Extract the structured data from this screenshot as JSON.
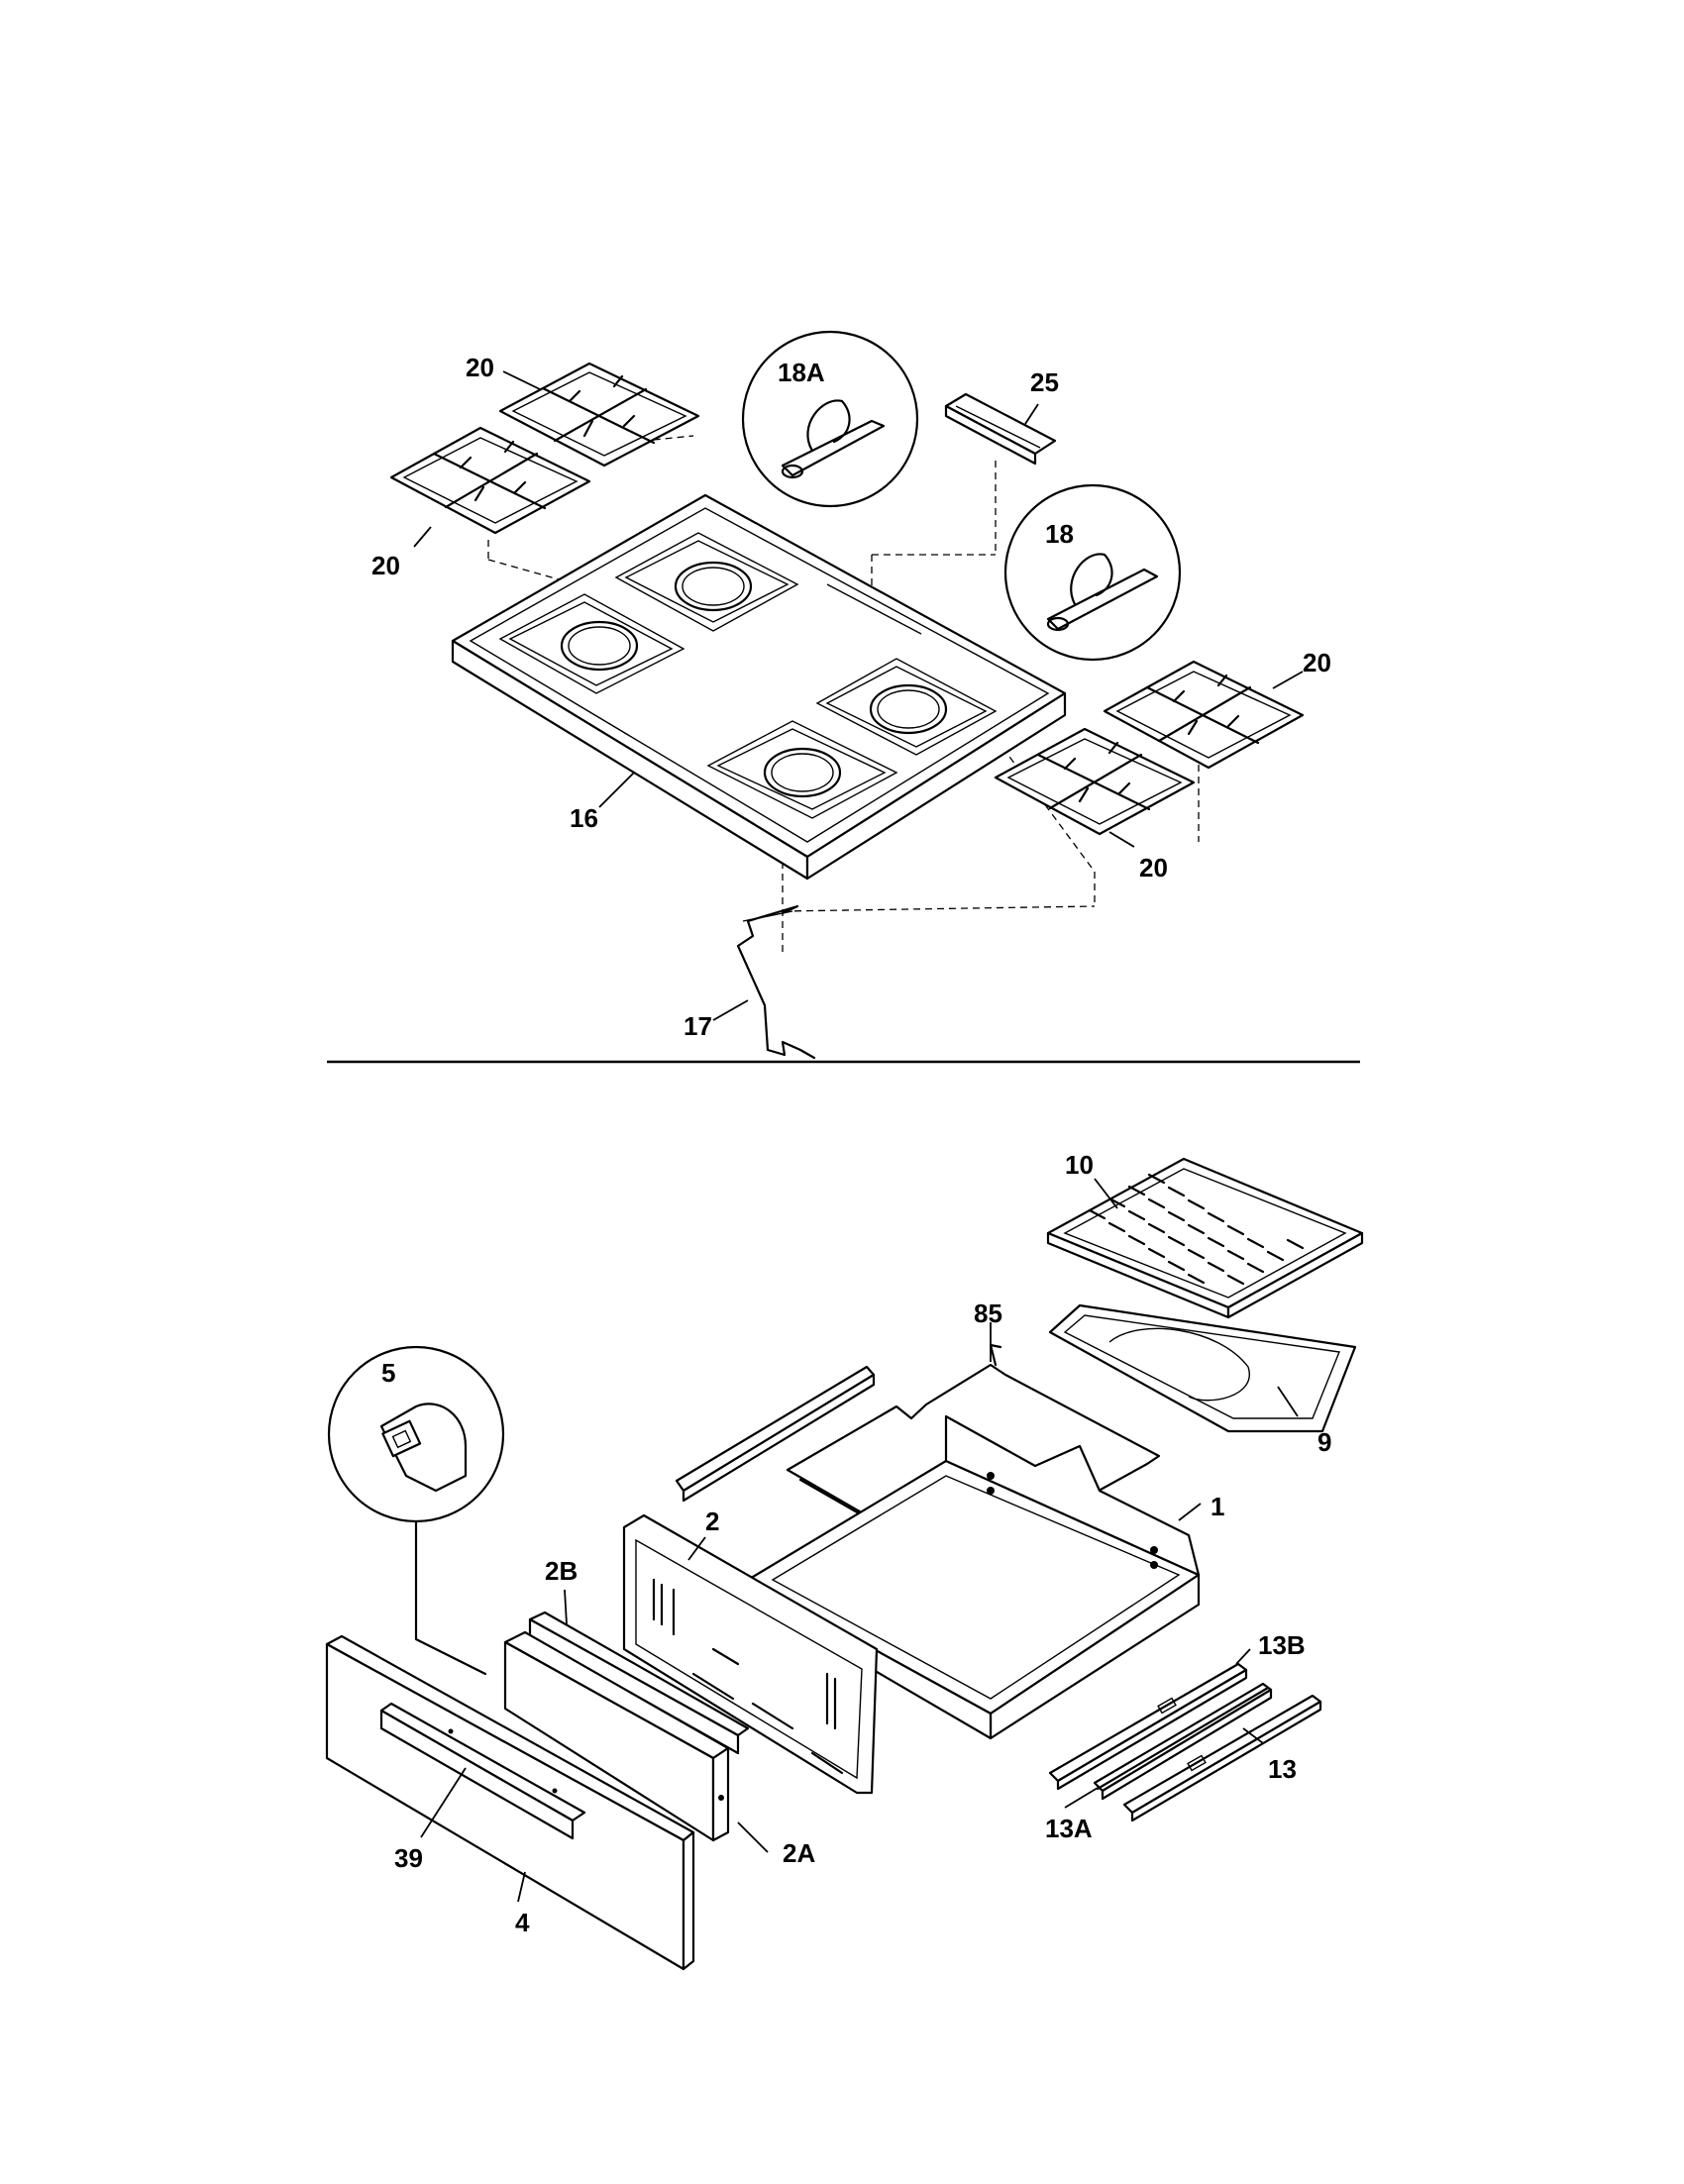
{
  "labels": {
    "p20a": "20",
    "p20b": "20",
    "p20c": "20",
    "p20d": "20",
    "p18a": "18A",
    "p25": "25",
    "p18": "18",
    "p16": "16",
    "p17": "17",
    "p10": "10",
    "p85": "85",
    "p9": "9",
    "p5": "5",
    "p1": "1",
    "p2": "2",
    "p2b": "2B",
    "p13b": "13B",
    "p13": "13",
    "p13a": "13A",
    "p2a": "2A",
    "p39": "39",
    "p4": "4"
  },
  "colors": {
    "line": "#000000",
    "background": "#ffffff"
  }
}
